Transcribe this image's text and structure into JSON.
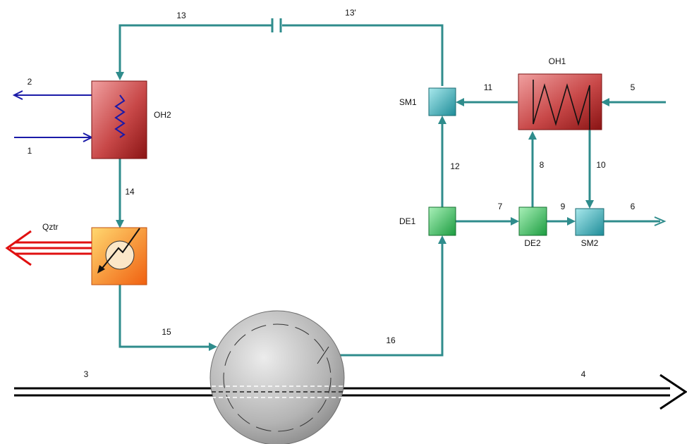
{
  "components": {
    "oh1": "OH1",
    "oh2": "OH2",
    "sm1": "SM1",
    "sm2": "SM2",
    "de1": "DE1",
    "de2": "DE2",
    "heat_output": "Qztr"
  },
  "streams": {
    "s1": "1",
    "s2": "2",
    "s3": "3",
    "s4": "4",
    "s5": "5",
    "s6": "6",
    "s7": "7",
    "s8": "8",
    "s9": "9",
    "s10": "10",
    "s11": "11",
    "s12": "12",
    "s13": "13",
    "s13p": "13'",
    "s14": "14",
    "s15": "15",
    "s16": "16"
  },
  "colors": {
    "pipe": "#2f8c8c",
    "water_line": "#1a1aa8",
    "heat_arrow": "#e01010",
    "heater": "#c84848",
    "mixer": "#3cb4bc",
    "divider": "#3cc060",
    "cooler": "#f08a20"
  }
}
